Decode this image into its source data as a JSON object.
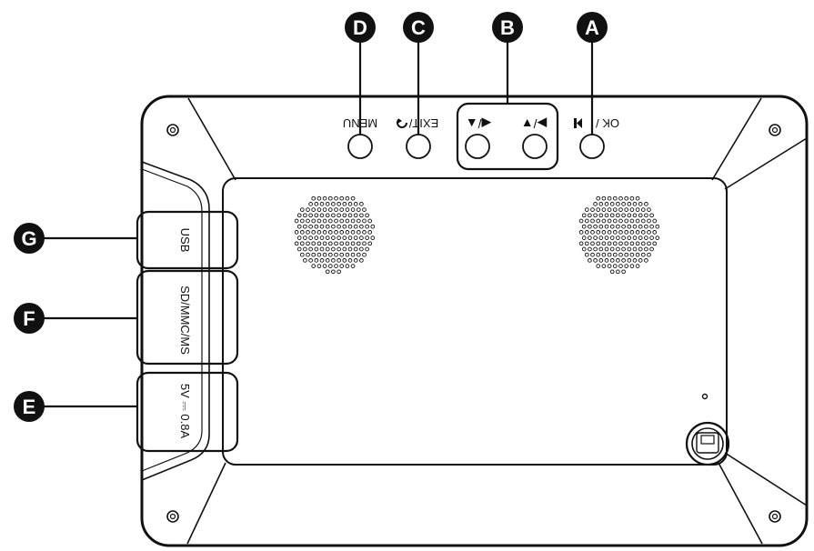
{
  "callouts": [
    {
      "id": "A",
      "letter": "A",
      "button_label": "OK / ▶▮"
    },
    {
      "id": "B",
      "letter": "B",
      "button_label": "◀/▲  ▶/▼"
    },
    {
      "id": "C",
      "letter": "C",
      "button_label": "EXIT/↻"
    },
    {
      "id": "D",
      "letter": "D",
      "button_label": "MENU"
    },
    {
      "id": "E",
      "letter": "E",
      "port_label": "5V ⎓ 0.8A"
    },
    {
      "id": "F",
      "letter": "F",
      "port_label": "SD/MMC/MS"
    },
    {
      "id": "G",
      "letter": "G",
      "port_label": "USB"
    }
  ],
  "top_labels": {
    "menu": "MENU",
    "exit": "EXIT/",
    "up_left": "◀/▲",
    "down_right": "▶/▼",
    "ok": "OK /"
  },
  "side_labels": {
    "usb": "USB",
    "card": "SD/MMC/MS",
    "power": "5V ⎓ 0.8A"
  },
  "colors": {
    "ink": "#111111",
    "background": "#ffffff"
  }
}
